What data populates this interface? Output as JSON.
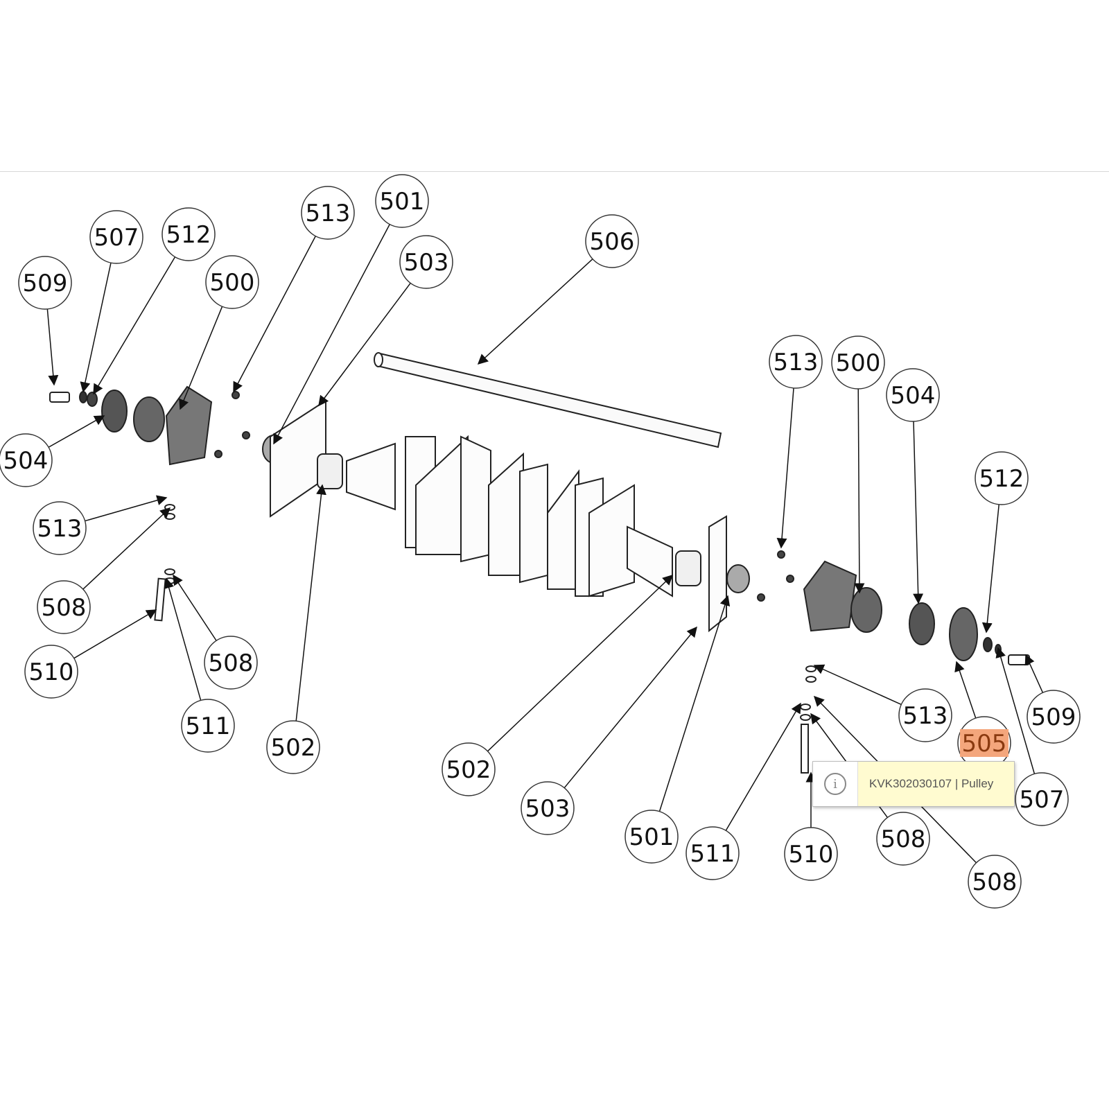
{
  "callouts": [
    "509",
    "507",
    "512",
    "500",
    "513",
    "501",
    "503",
    "506",
    "504",
    "513",
    "508",
    "510",
    "508",
    "511",
    "502",
    "502",
    "503",
    "501",
    "511",
    "510",
    "508",
    "508",
    "513",
    "505",
    "507",
    "509",
    "512",
    "504",
    "500",
    "513"
  ],
  "highlighted_callout": "505",
  "highlight_color": "#f4a67c",
  "tooltip": {
    "icon": "info-icon",
    "text": "KVK302030107 | Pulley"
  }
}
